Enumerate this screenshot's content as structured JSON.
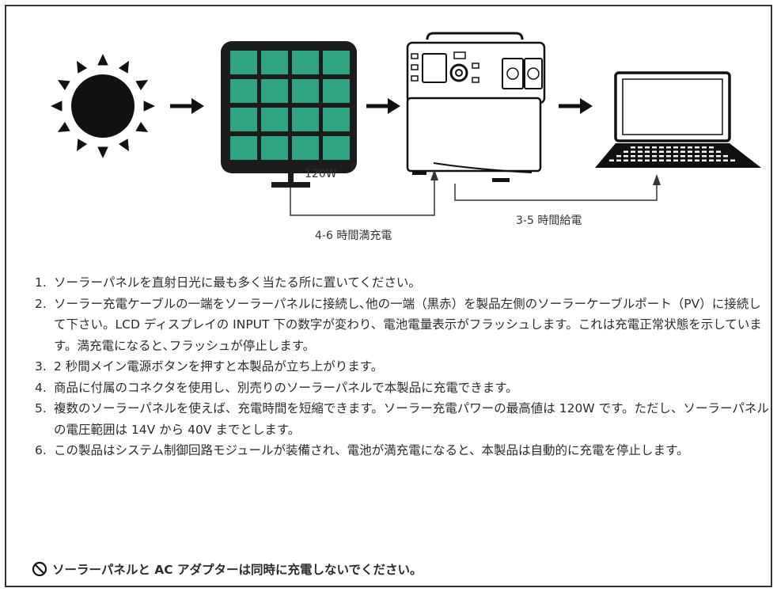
{
  "diagram": {
    "panel_watt": "120W",
    "charge_time": "4-6 時間満充電",
    "supply_time": "3-5 時間給電"
  },
  "steps": [
    {
      "num": "1.",
      "text": "ソーラーパネルを直射日光に最も多く当たる所に置いてください。"
    },
    {
      "num": "2.",
      "text": "ソーラー充電ケーブルの一端をソーラーパネルに接続し､他の一端（黒赤）を製品左側のソーラーケーブルポート（PV）に接続して下さい。LCD ディスプレイの INPUT 下の数字が変わり、電池電量表示がフラッシュします。これは充電正常状態を示しています。満充電になると､フラッシュが停止します。"
    },
    {
      "num": "3.",
      "text": "2 秒間メイン電源ボタンを押すと本製品が立ち上がります。"
    },
    {
      "num": "4.",
      "text": "商品に付属のコネクタを使用し、別売りのソーラーパネルで本製品に充電できます。"
    },
    {
      "num": "5.",
      "text": "複数のソーラーパネルを使えば、充電時間を短縮できます。ソーラー充電パワーの最高値は 120W です。ただし、ソーラーパネルの電圧範囲は 14V から 40V までとします。"
    },
    {
      "num": "6.",
      "text": "この製品はシステム制御回路モジュールが装備され、電池が満充電になると、本製品は自動的に充電を停止します。"
    }
  ],
  "warning": {
    "text": "ソーラーパネルと AC アダプターは同時に充電しないでください。",
    "icon": "prohibited-icon"
  },
  "colors": {
    "panel_cell": "#2fa382",
    "panel_frame": "#1c1c1c",
    "line": "#333333"
  }
}
